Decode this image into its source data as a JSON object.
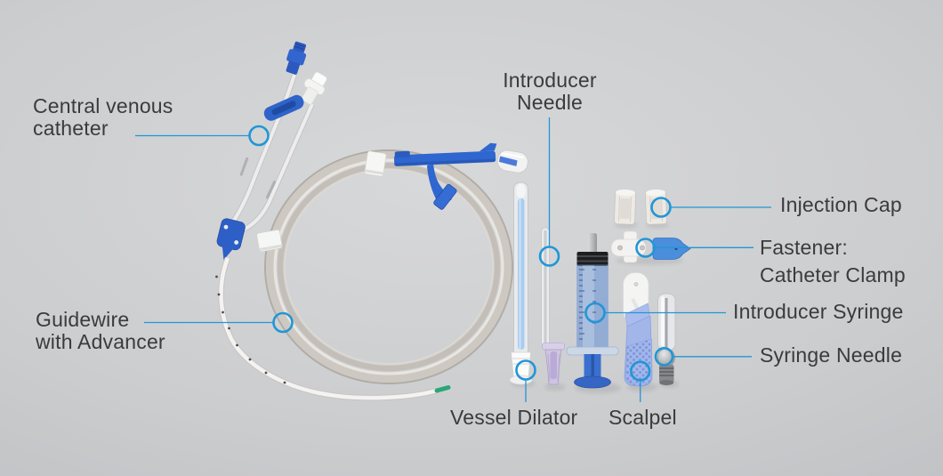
{
  "scene": {
    "background_center": "#d7d8da",
    "background_edge": "#b2b3b6",
    "accent_blue": "#2196d6",
    "label_text_color": "#3b3b3d",
    "device_blue": "#2f62c8",
    "catheter_tip_green": "#2aa679"
  },
  "labels": {
    "central_venous_catheter": {
      "line1": "Central venous",
      "line2": "catheter"
    },
    "guidewire": {
      "line1": "Guidewire",
      "line2": "with Advancer"
    },
    "introducer_needle": {
      "line1": "Introducer",
      "line2": "Needle"
    },
    "injection_cap": {
      "text": "Injection Cap"
    },
    "fastener": {
      "line1": "Fastener:",
      "line2": "Catheter Clamp"
    },
    "introducer_syringe": {
      "text": "Introducer Syringe"
    },
    "syringe_needle": {
      "text": "Syringe Needle"
    },
    "vessel_dilator": {
      "text": "Vessel Dilator"
    },
    "scalpel": {
      "text": "Scalpel"
    }
  }
}
